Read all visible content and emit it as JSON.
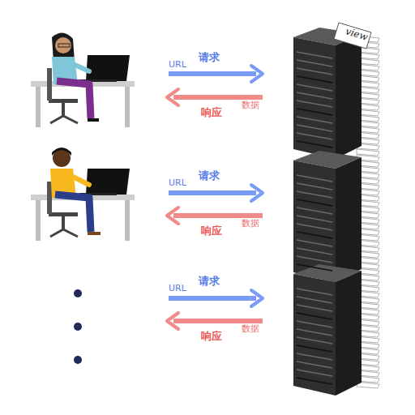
{
  "diagram": {
    "labels": [
      "URL",
      "请求",
      "数据",
      "响应",
      "URL",
      "请求",
      "数据",
      "响应",
      "URL",
      "请求",
      "数据",
      "响应",
      "view"
    ]
  }
}
